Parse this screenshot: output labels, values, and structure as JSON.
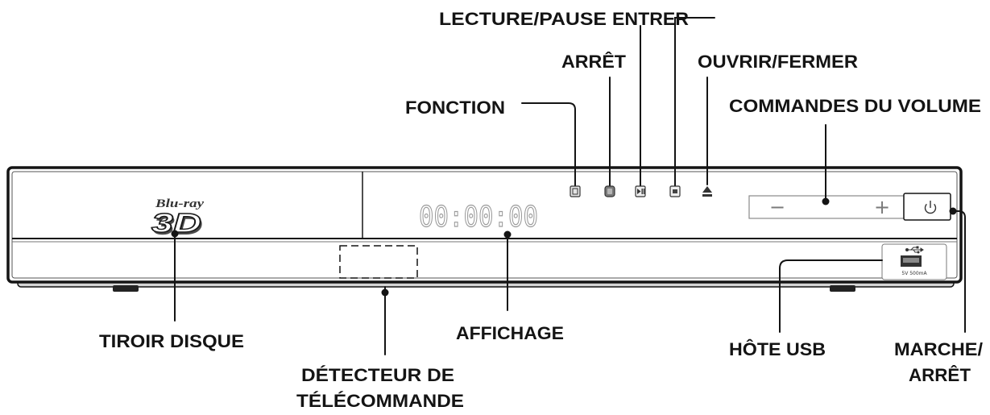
{
  "labels": {
    "lecture_pause": "LECTURE/PAUSE",
    "entrer": "ENTRER",
    "arret": "ARRÊT",
    "ouvrir_fermer": "OUVRIR/FERMER",
    "fonction": "FONCTION",
    "commandes_du_volume": "COMMANDES DU VOLUME",
    "tiroir_disque": "TIROIR DISQUE",
    "affichage": "AFFICHAGE",
    "hote_usb": "HÔTE USB",
    "marche_arret": [
      "MARCHE/",
      "ARRÊT"
    ],
    "detecteur_de_telecommande": [
      "DÉTECTEUR DE",
      "TÉLÉCOMMANDE"
    ]
  },
  "device": {
    "logo": {
      "brand": "Blu-ray",
      "badge": "3D"
    },
    "display": "00:00:00",
    "volume": {
      "minus": "−",
      "plus": "+"
    },
    "usb_rating": "5V 500mA",
    "icons": {
      "function_button": "function-icon",
      "stop_button": "stop-icon",
      "play_pause_button": "play-pause-icon",
      "enter_button": "enter-icon",
      "open_close_button": "eject-icon",
      "power_button": "power-icon",
      "usb_port": "usb-icon"
    }
  },
  "colors": {
    "line": "#141414",
    "display_digits": "#9a9a9a",
    "panel_detail": "#7a7a7a"
  }
}
